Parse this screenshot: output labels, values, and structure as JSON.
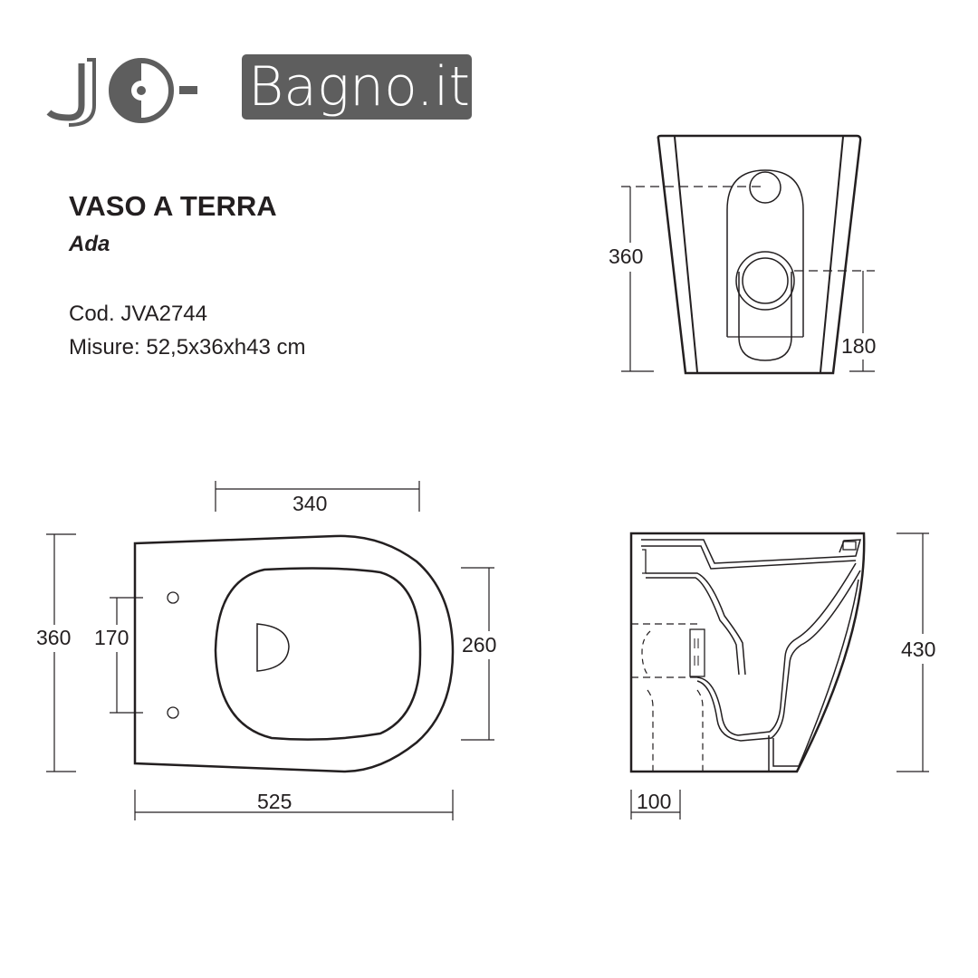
{
  "logo": {
    "left_text": "JO",
    "box_text": "Bagno.it",
    "box_color": "#5e5e5e",
    "mark_color": "#5e5e5e"
  },
  "product": {
    "category": "VASO A TERRA",
    "name": "Ada",
    "code_line": "Cod. JVA2744",
    "sizes_line": "Misure: 52,5x36xh43 cm"
  },
  "views": {
    "front": {
      "dim_height": "360",
      "dim_outlet": "180"
    },
    "top": {
      "dim_inner_width": "340",
      "dim_total_width": "360",
      "dim_fixing_holes": "170",
      "dim_inner_depth": "260",
      "dim_total_length": "525"
    },
    "side": {
      "dim_height": "430",
      "dim_wall_distance": "100"
    }
  },
  "colors": {
    "line": "#231f20",
    "text": "#231f20"
  }
}
